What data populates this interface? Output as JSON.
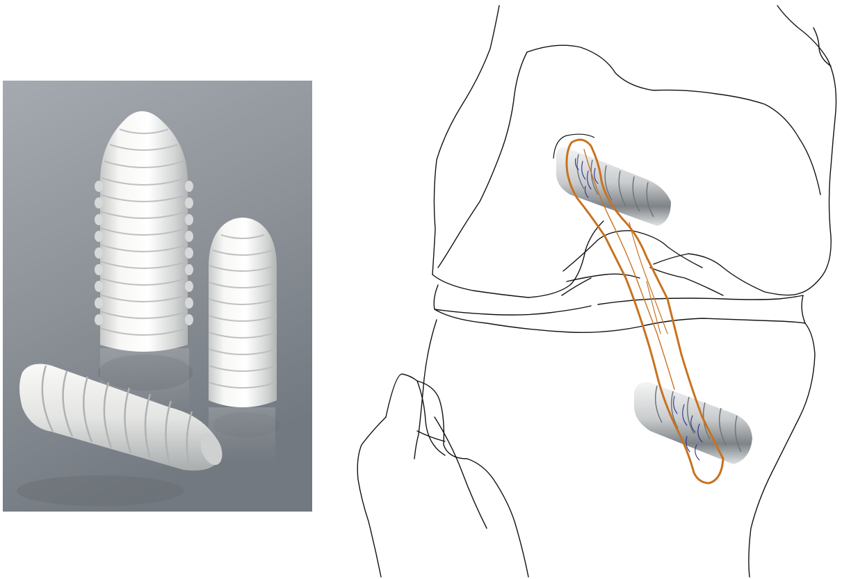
{
  "figure": {
    "photo_panel": {
      "subject": "bioabsorbable-interference-screws",
      "screw_count": 3,
      "background_color": "#8f959b",
      "screw_color": "#eeeeec"
    },
    "diagram_panel": {
      "subject": "knee-joint-ligament-graft-fixation",
      "outline_color": "#111111",
      "graft_color": "#c8721e",
      "suture_color": "#2a2f8c",
      "screws_shown": 2
    }
  }
}
